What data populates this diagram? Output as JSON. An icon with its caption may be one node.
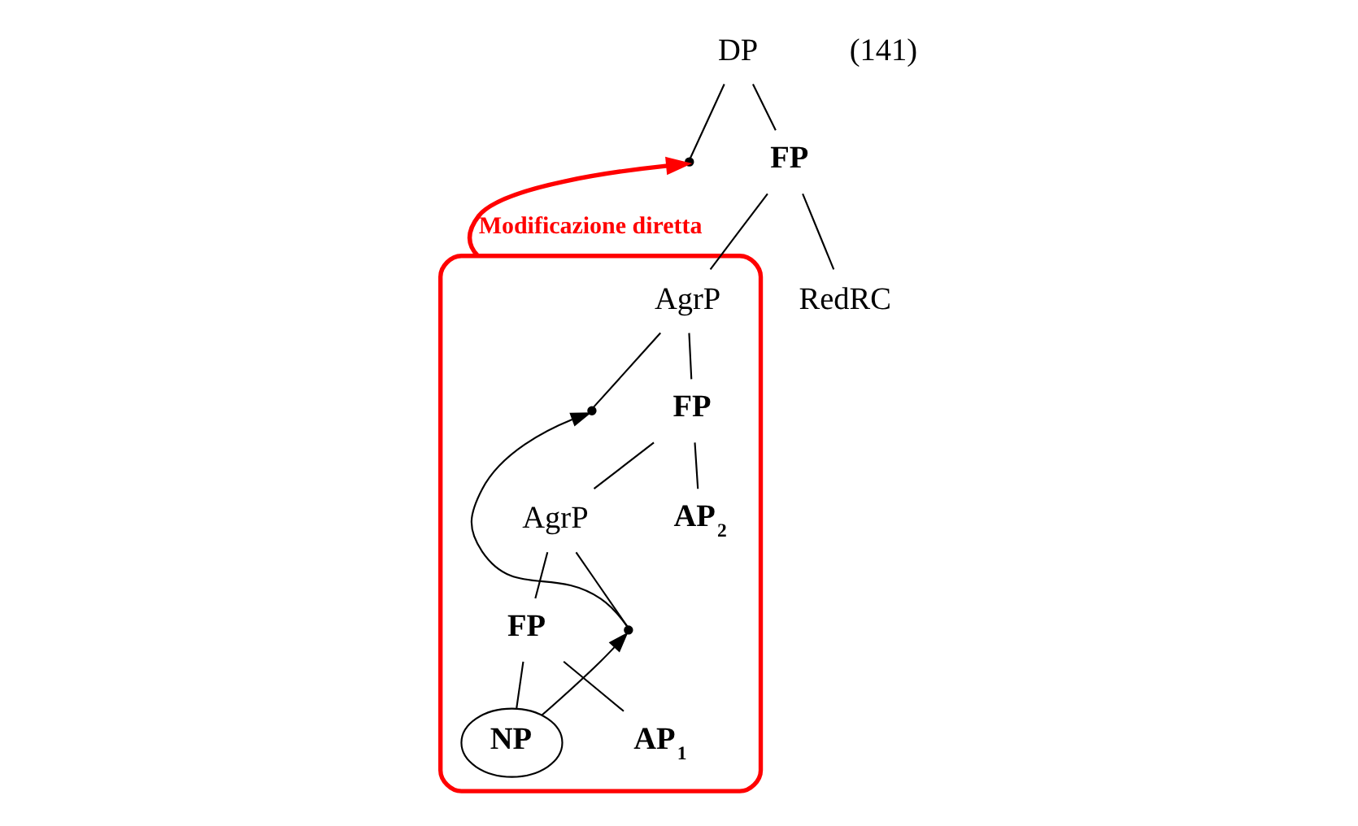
{
  "diagram": {
    "nodes": [
      {
        "text": [
          "DP"
        ]
      },
      {
        "text": [],
        "shape": "point"
      },
      {
        "text": [
          "FP"
        ]
      },
      {
        "text": [
          "RedRC"
        ]
      },
      {
        "text": [],
        "shape": "cloud"
      },
      {
        "text": [
          "AgrP"
        ],
        "in": 4
      },
      {
        "text": [],
        "shape": "point",
        "in": 4
      },
      {
        "text": [
          "FP"
        ],
        "in": 4
      },
      {
        "text": [
          "AP$_{2}$"
        ],
        "in": 4
      },
      {
        "text": [
          "AgrP"
        ],
        "in": 4
      },
      {
        "text": [],
        "shape": "point",
        "in": 4
      },
      {
        "text": [
          "FP"
        ],
        "in": 4
      },
      {
        "text": [
          "AP$_{1}$"
        ],
        "in": 4
      },
      {
        "text": [
          "NP"
        ],
        "in": 4
      }
    ],
    "edges": [
      {
        "from": 0,
        "to": 1,
        "arrow": "none"
      },
      {
        "from": 0,
        "to": 2,
        "arrow": "none"
      },
      {
        "from": 2,
        "to": 3,
        "arrow": "none"
      },
      {
        "from": 2,
        "to": 5,
        "arrow": "none"
      },
      {
        "from": 5,
        "to": 6,
        "arrow": "none"
      },
      {
        "from": 5,
        "to": 7,
        "arrow": "none"
      },
      {
        "from": 7,
        "to": 8,
        "arrow": "none"
      },
      {
        "from": 7,
        "to": 9,
        "arrow": "none"
      },
      {
        "from": 9,
        "to": 10,
        "arrow": "none"
      },
      {
        "from": 9,
        "to": 11,
        "arrow": "none"
      },
      {
        "from": 11,
        "to": 12,
        "arrow": "none"
      },
      {
        "from": 11,
        "to": 13,
        "arrow": "none"
      },
      {
        "from": 10,
        "to": 6,
        "arrow": "to"
      },
      {
        "from": 13,
        "to": 10,
        "arrow": "to"
      },
      {
        "from": 4,
        "to": 1,
        "arrow": "to",
        "label": "Modificazione diretta",
        "color": "#ff0000",
        "style": "thick"
      }
    ],
    "labels": [
      "(141)"
    ]
  }
}
